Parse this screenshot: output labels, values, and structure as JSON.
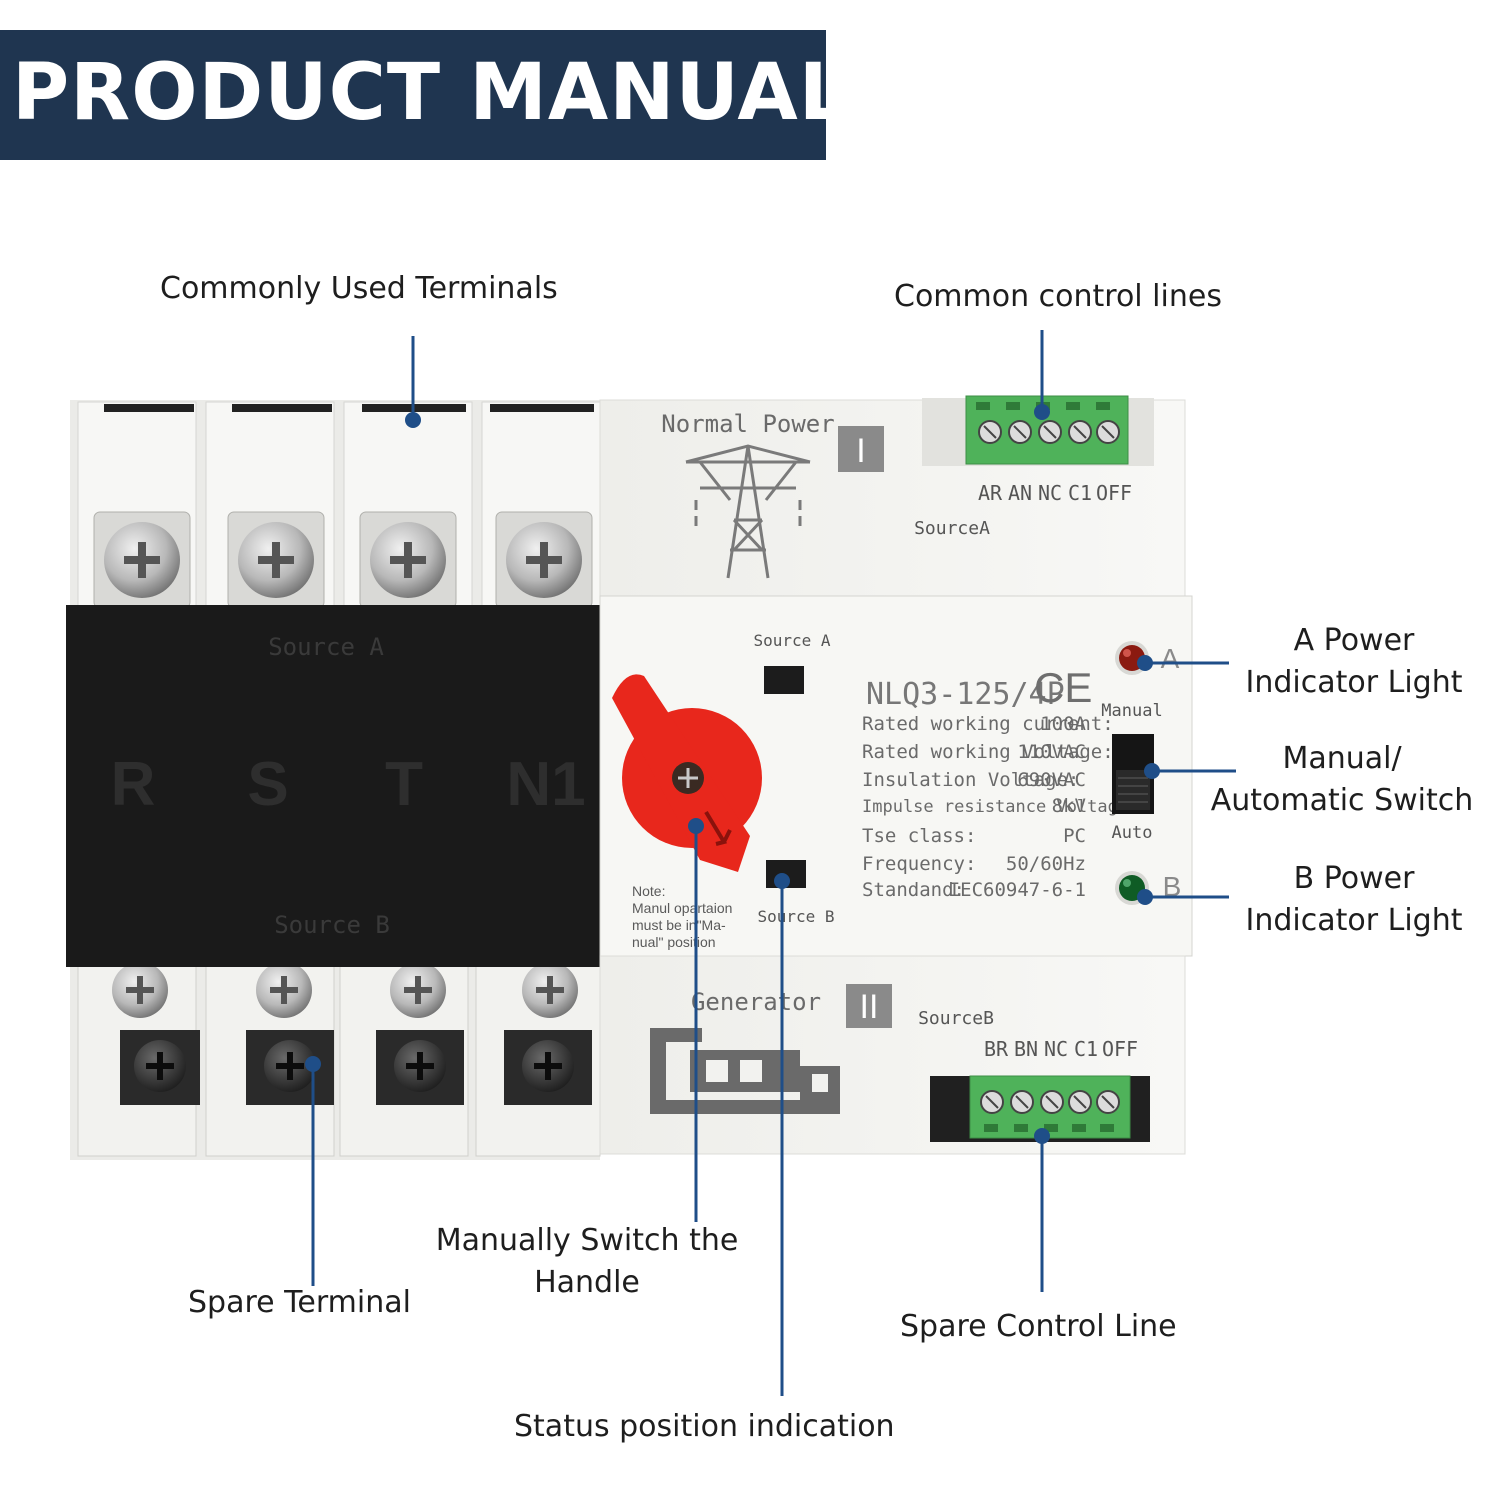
{
  "banner": {
    "title": "PRODUCT MANUAL"
  },
  "callouts": {
    "commonly_used_terminals": "Commonly Used Terminals",
    "common_control_lines": "Common control lines",
    "a_power_indicator": {
      "line1": "A Power",
      "line2": "Indicator Light"
    },
    "manual_auto_switch": {
      "line1": "Manual/",
      "line2": "Automatic Switch"
    },
    "b_power_indicator": {
      "line1": "B Power",
      "line2": "Indicator Light"
    },
    "manual_handle": {
      "line1": "Manually Switch the",
      "line2": "Handle"
    },
    "spare_terminal": "Spare Terminal",
    "spare_control_line": "Spare Control Line",
    "status_position": "Status position indication"
  },
  "device": {
    "cover": {
      "top_label": "Source A",
      "bottom_label": "Source B",
      "phases": [
        "R",
        "S",
        "T",
        "N1"
      ]
    },
    "upper_panel": {
      "title": "Normal Power",
      "roman": "I",
      "source_label": "SourceA",
      "terminals": [
        "AR",
        "AN",
        "NC",
        "C1",
        "OFF"
      ]
    },
    "lower_panel": {
      "title": "Generator",
      "roman": "II",
      "source_label": "SourceB",
      "terminals": [
        "BR",
        "BN",
        "NC",
        "C1",
        "OFF"
      ]
    },
    "middle_panel": {
      "window_top_label": "Source A",
      "window_bottom_label": "Source B",
      "model": "NLQ3-125/4P",
      "ce_mark": "CE",
      "specs": [
        {
          "label": "Rated working current:",
          "value": "100A"
        },
        {
          "label": "Rated working Voltage:",
          "value": "110VAC"
        },
        {
          "label": "Insulation Voltage:",
          "value": "690VAC"
        },
        {
          "label": "Impulse resistance Voltage:",
          "value": "8kV"
        },
        {
          "label": "Tse class:",
          "value": "PC"
        },
        {
          "label": "Frequency:",
          "value": "50/60Hz"
        },
        {
          "label": "Standand:",
          "value": "IEC60947-6-1"
        }
      ],
      "note": [
        "Note:",
        "Manul opartaion",
        "must be in\"Ma-",
        "nual\" position"
      ],
      "switch_top_label": "Manual",
      "switch_bottom_label": "Auto",
      "indicator_a_label": "A",
      "indicator_b_label": "B"
    }
  },
  "colors": {
    "banner": "#1f3550",
    "leader": "#1f4e88",
    "terminal_green": "#4fb25a",
    "handle_red": "#e8271c",
    "led_red": "#8b1a10",
    "led_green": "#0f5c25",
    "housing": "#f4f4f1",
    "cover": "#1a1a1a"
  }
}
